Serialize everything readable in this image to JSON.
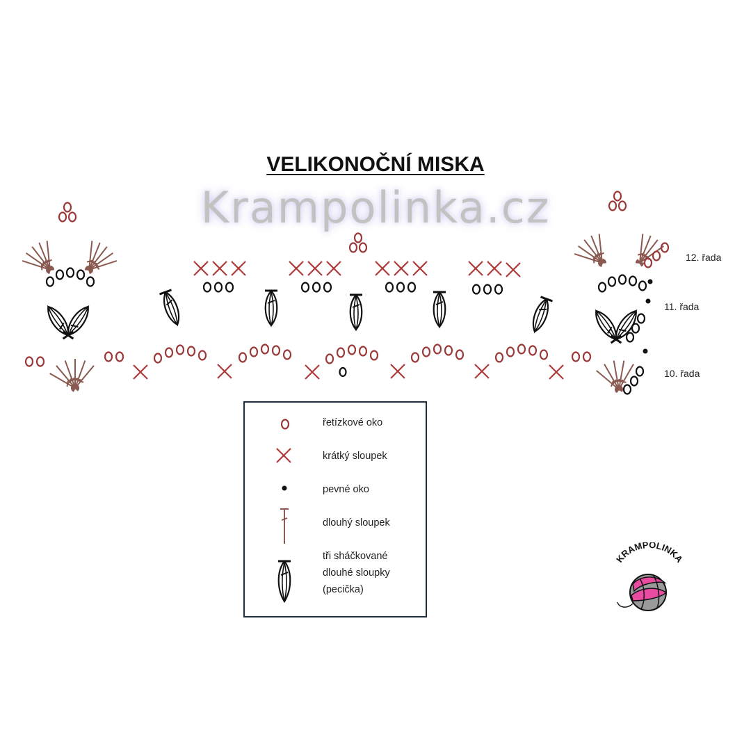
{
  "title": "VELIKONOČNÍ MISKA",
  "watermark": "Krampolinka.cz",
  "rows": {
    "row12": "12. řada",
    "row11": "11. řada",
    "row10": "10. řada"
  },
  "legend": {
    "chain": "řetízkové oko",
    "single_crochet": "krátký sloupek",
    "slip_stitch": "pevné oko",
    "double_crochet": "dlouhý sloupek",
    "cluster_line1": "tři sháčkované",
    "cluster_line2": "dlouhé sloupky",
    "cluster_line3": "(pecička)"
  },
  "logo_text": "KRAMPOLINKA",
  "colors": {
    "red": "#9b3a3a",
    "brown": "#8a5a50",
    "black": "#111111",
    "pink": "#e84ba0",
    "gray": "#9a9a9a"
  }
}
